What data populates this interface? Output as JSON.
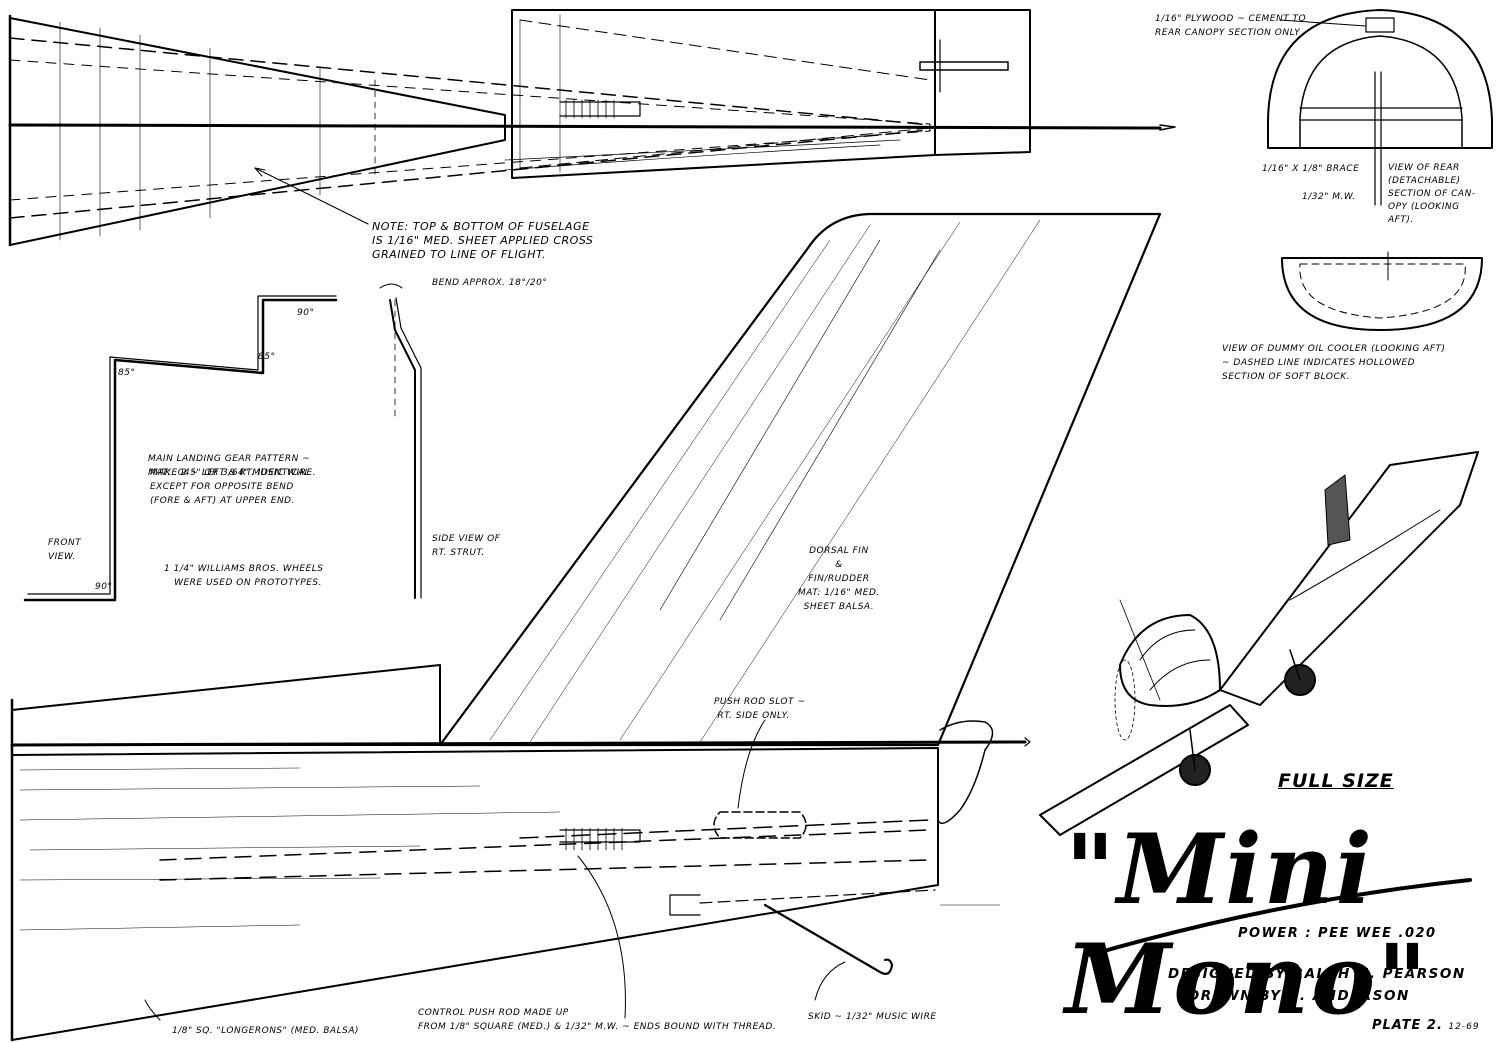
{
  "notes": {
    "fuselage_note": "NOTE: TOP & BOTTOM OF FUSELAGE\nIS 1/16\" MED. SHEET APPLIED CROSS\nGRAINED TO LINE OF FLIGHT.",
    "plywood_note": "1/16\" PLYWOOD ~ CEMENT TO\nREAR CANOPY SECTION ONLY",
    "brace_label": "1/16\" x 1/8\" BRACE",
    "mw_label": "1/32\" M.W.",
    "canopy_view": "VIEW OF REAR\n(DETACHABLE)\nSECTION OF CAN-\nOPY (LOOKING\nAFT).",
    "oil_cooler": "VIEW OF DUMMY OIL COOLER (LOOKING AFT)\n~ DASHED LINE INDICATES HOLLOWED\nSECTION OF SOFT BLOCK.",
    "bend": "BEND APPROX. 18°/20°",
    "gear_pattern": "MAIN LANDING GEAR PATTERN ~\nMAT: .045\" OR 3/64\" MUSIC WIRE.",
    "gear_make": "MAKE 2 ~ LEFT & RT. IDENTICAL\nEXCEPT FOR OPPOSITE BEND\n(FORE & AFT) AT UPPER END.",
    "front_view": "FRONT\nVIEW.",
    "side_view": "SIDE VIEW OF\nRT. STRUT.",
    "wheels": "1 1/4\" WILLIAMS BROS. WHEELS\n   WERE USED ON PROTOTYPES.",
    "dorsal": "DORSAL FIN\n&\nFIN/RUDDER\nMAT: 1/16\" MED.\nSHEET BALSA.",
    "pushrod_slot": "PUSH ROD SLOT ~\n RT. SIDE ONLY.",
    "control": "CONTROL PUSH ROD MADE UP\nFROM 1/8\" SQUARE (MED.) & 1/32\" M.W. ~ ENDS BOUND WITH THREAD.",
    "longerons": "1/8\" SQ. \"LONGERONS\" (MED. BALSA)",
    "skid": "SKID ~ 1/32\" MUSIC WIRE"
  },
  "angles": {
    "a90_top": "90°",
    "a85_upper": "85°",
    "a85_lower": "85°",
    "a90_bottom": "90°"
  },
  "title": {
    "full_size": "FULL SIZE",
    "name": "\"Mini Mono\"",
    "power": "POWER : PEE WEE .020",
    "designed": "DESIGNED BY RALPH H. PEARSON",
    "drawn": "DRAWN BY R. ANDERSON",
    "plate": "PLATE 2.",
    "plate_date": "12-69"
  }
}
